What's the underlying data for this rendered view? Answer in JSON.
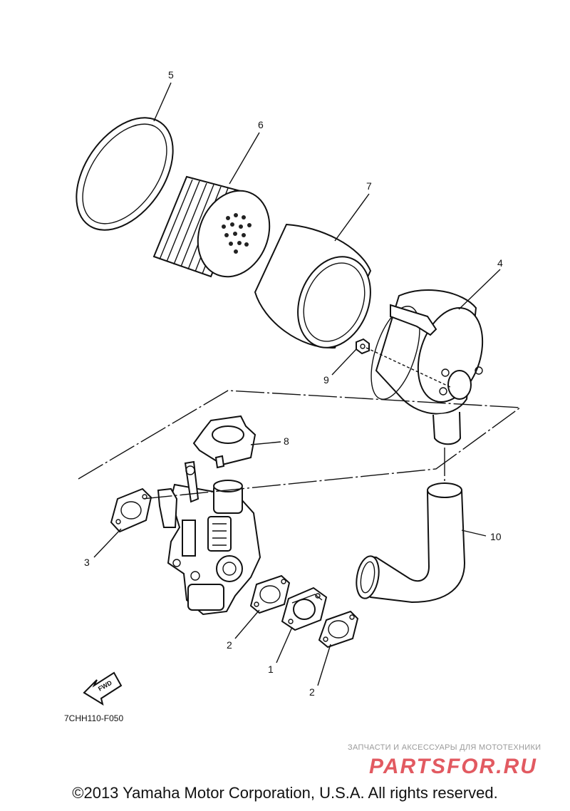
{
  "callouts": [
    {
      "id": "1",
      "label": "1"
    },
    {
      "id": "2a",
      "label": "2"
    },
    {
      "id": "2b",
      "label": "2"
    },
    {
      "id": "3",
      "label": "3"
    },
    {
      "id": "4",
      "label": "4"
    },
    {
      "id": "5",
      "label": "5"
    },
    {
      "id": "6",
      "label": "6"
    },
    {
      "id": "7",
      "label": "7"
    },
    {
      "id": "8",
      "label": "8"
    },
    {
      "id": "9",
      "label": "9"
    },
    {
      "id": "10",
      "label": "10"
    }
  ],
  "fwd_label": "FWD",
  "diagram_code": "7CHH110-F050",
  "copyright": "©2013 Yamaha Motor Corporation, U.S.A. All rights reserved.",
  "watermark": {
    "tagline": "ЗАПЧАСТИ И АКСЕССУАРЫ ДЛЯ МОТОТЕХНИКИ",
    "logo_text": "PARTSFOR.RU",
    "logo_color": "#d9232d"
  }
}
